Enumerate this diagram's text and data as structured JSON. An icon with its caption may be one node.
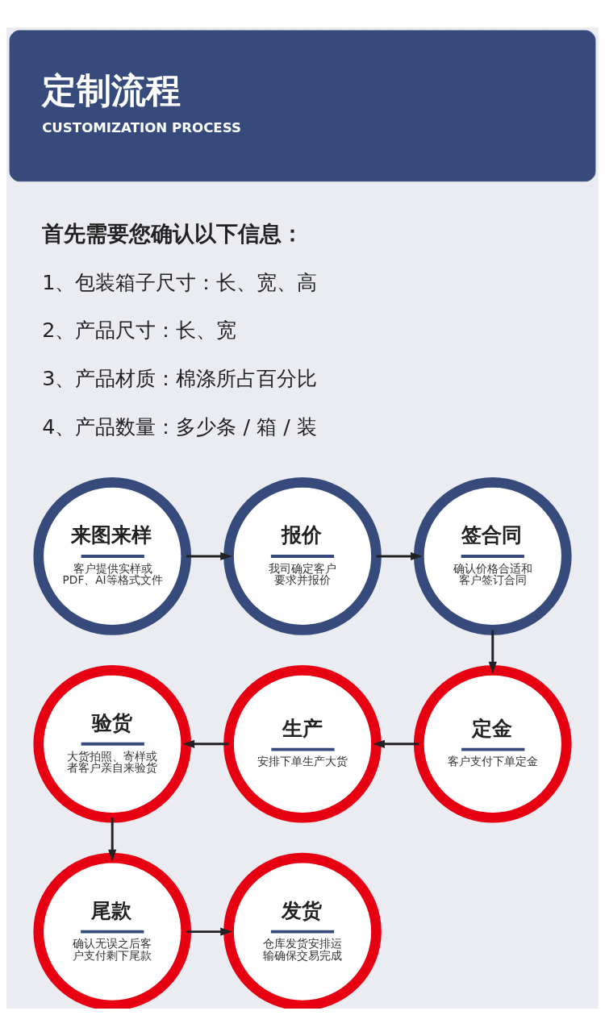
{
  "diagram": {
    "nodes": [
      {
        "text": [
          "定制流程",
          "CUSTOMIZATION PROCESS"
        ]
      },
      {
        "text": [
          "来图来样",
          "客户提供实样或 PDF、AI等格式文件"
        ]
      },
      {
        "text": [
          "报价",
          "我司确定客户要求并报价"
        ]
      },
      {
        "text": [
          "签合同",
          "确认价格合适和客户签订合同"
        ]
      },
      {
        "text": [
          "定金",
          "客户支付下单定金"
        ]
      },
      {
        "text": [
          "生产",
          "安排下单生产大货"
        ]
      },
      {
        "text": [
          "验货",
          "大货拍照、寄样或者客户亲自来验货"
        ]
      },
      {
        "text": [
          "尾款",
          "确认无误之后客户支付剩下尾款"
        ]
      },
      {
        "text": [
          "发货",
          "仓库发货安排运输确保交易完成"
        ]
      }
    ],
    "edges": [
      {
        "from": 1,
        "to": 2,
        "arrow": "to"
      },
      {
        "from": 2,
        "to": 3,
        "arrow": "to"
      },
      {
        "from": 3,
        "to": 4,
        "arrow": "to"
      },
      {
        "from": 4,
        "to": 5,
        "arrow": "to"
      },
      {
        "from": 5,
        "to": 6,
        "arrow": "to"
      },
      {
        "from": 6,
        "to": 7,
        "arrow": "to"
      },
      {
        "from": 7,
        "to": 8,
        "arrow": "to"
      }
    ],
    "labels": [
      "首先需要您确认以下信息：",
      "1、包装箱子尺寸：长、宽、高",
      "2、产品尺寸：长、宽",
      "3、产品材质：棉涤所占百分比",
      "4、产品数量：多少条 / 箱 / 装"
    ]
  }
}
